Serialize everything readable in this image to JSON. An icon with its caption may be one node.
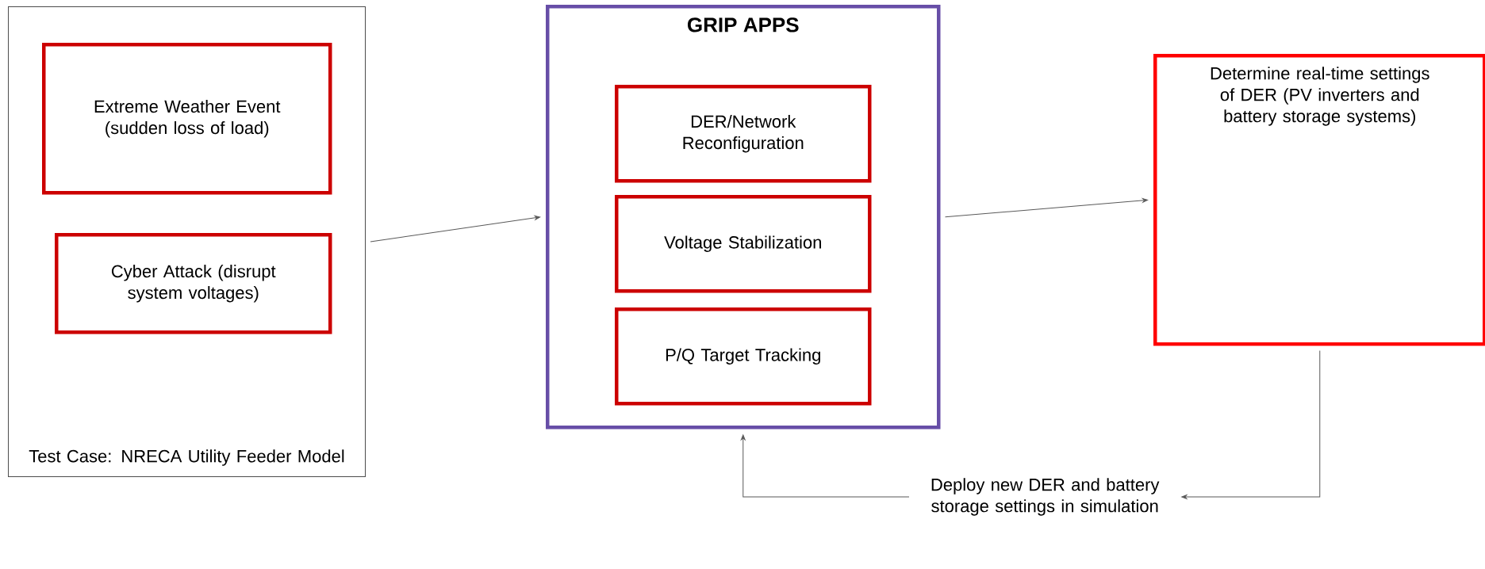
{
  "diagram": {
    "nodes": [
      {
        "text": [
          "Test Case: NRECA Utility Feeder Model"
        ]
      },
      {
        "text": [
          "Extreme Weather Event (sudden loss of load)"
        ],
        "in": 0
      },
      {
        "text": [
          "Cyber Attack (disrupt system voltages)"
        ],
        "in": 0
      },
      {
        "text": [
          "GRIP APPS"
        ]
      },
      {
        "text": [
          "DER/Network Reconfiguration"
        ],
        "in": 3
      },
      {
        "text": [
          "Voltage Stabilization"
        ],
        "in": 3
      },
      {
        "text": [
          "P/Q Target Tracking"
        ],
        "in": 3
      },
      {
        "text": [
          "Determine real-time settings of DER (PV inverters and battery storage systems)"
        ]
      },
      {
        "text": [
          "Deploy new DER and battery storage settings in simulation"
        ]
      }
    ],
    "edges": [
      {
        "from": 0,
        "to": 3,
        "arrow": "to"
      },
      {
        "from": 3,
        "to": 7,
        "arrow": "to"
      },
      {
        "from": 7,
        "to": 8,
        "arrow": "to"
      },
      {
        "from": 8,
        "to": 3,
        "arrow": "to"
      }
    ]
  }
}
